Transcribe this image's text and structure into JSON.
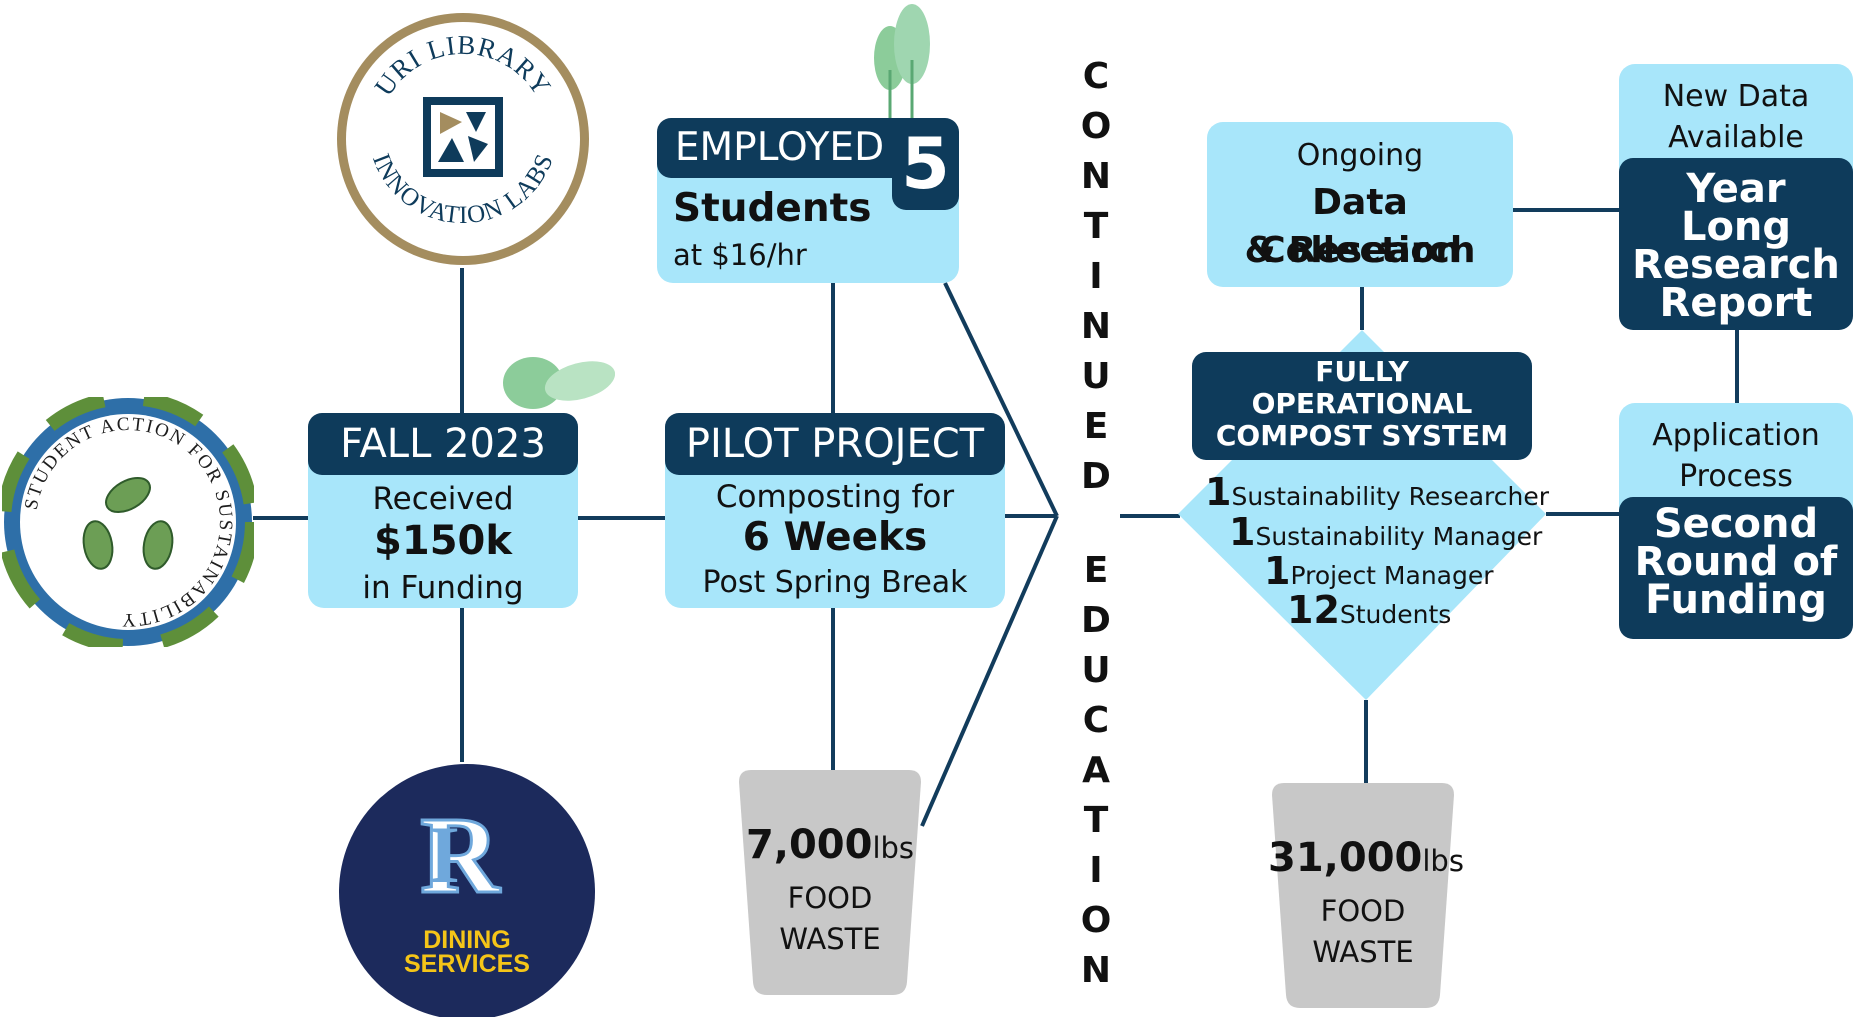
{
  "fall": {
    "title": "FALL 2023",
    "line1": "Received",
    "amount": "$150k",
    "line3": "in Funding"
  },
  "pilot": {
    "title": "PILOT PROJECT",
    "line1": "Composting for",
    "duration": "6 Weeks",
    "line3": "Post Spring Break"
  },
  "employed": {
    "title": "EMPLOYED",
    "number": "5",
    "role": "Students",
    "rate": "at $16/hr"
  },
  "food_waste_pilot": {
    "amount": "7,000",
    "unit": "lbs",
    "label1": "FOOD",
    "label2": "WASTE"
  },
  "food_waste_full": {
    "amount": "31,000",
    "unit": "lbs",
    "label1": "FOOD",
    "label2": "WASTE"
  },
  "continued": [
    "C",
    "O",
    "N",
    "T",
    "I",
    "N",
    "U",
    "E",
    "D"
  ],
  "education": [
    "E",
    "D",
    "U",
    "C",
    "A",
    "T",
    "I",
    "O",
    "N"
  ],
  "data_collection": {
    "line1": "Ongoing",
    "line2": "Data Collection",
    "line3": "& Research"
  },
  "compost": {
    "title_l1": "FULLY",
    "title_l2": "OPERATIONAL",
    "title_l3": "COMPOST SYSTEM",
    "roles": [
      {
        "count": "1",
        "label": "Sustainability Researcher"
      },
      {
        "count": "1",
        "label": "Sustainability Manager"
      },
      {
        "count": "1",
        "label": "Project Manager"
      },
      {
        "count": "12",
        "label": "Students"
      }
    ]
  },
  "new_data": {
    "line1": "New Data",
    "line2": "Available"
  },
  "year_report": {
    "l1": "Year",
    "l2": "Long",
    "l3": "Research",
    "l4": "Report"
  },
  "application": {
    "line1": "Application",
    "line2": "Process"
  },
  "second_round": {
    "l1": "Second",
    "l2": "Round of",
    "l3": "Funding"
  },
  "logos": {
    "uri_library_top": "URI LIBRARY",
    "uri_library_bottom": "INNOVATION LABS",
    "sas_ring": "STUDENT ACTION FOR SUSTAINABILITY",
    "dining_l1": "DINING",
    "dining_l2": "SERVICES"
  },
  "colors": {
    "navy": "#0e3b5b",
    "light_blue": "#a8e6fa",
    "gray": "#c8c8c8",
    "gold": "#a48d5f"
  }
}
